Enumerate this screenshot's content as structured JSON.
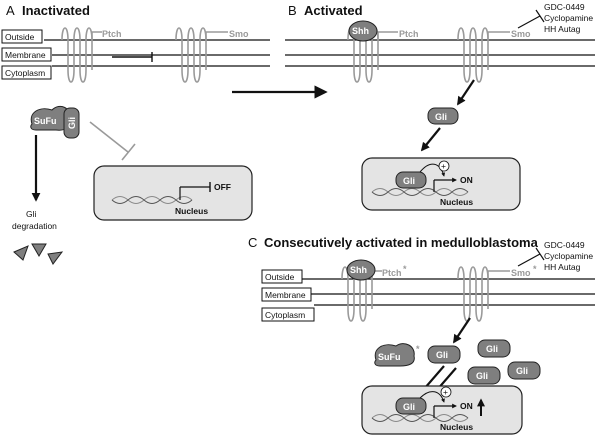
{
  "colors": {
    "protein_fill": "#7f7f7f",
    "inactive_gray": "#9a9a9a",
    "nucleus_fill": "#e4e4e4",
    "line": "#111111"
  },
  "panel_a": {
    "letter": "A",
    "title": "Inactivated",
    "layer_labels": [
      "Outside",
      "Membrane",
      "Cytoplasm"
    ],
    "ptch": "Ptch",
    "smo": "Smo",
    "sufu": "SuFu",
    "gli": "Gli",
    "degradation": [
      "Gli",
      "degradation"
    ],
    "state": "OFF",
    "nucleus": "Nucleus"
  },
  "panel_b": {
    "letter": "B",
    "title": "Activated",
    "shh": "Shh",
    "ptch": "Ptch",
    "smo": "Smo",
    "inhibitors": [
      "GDC-0449",
      "Cyclopamine",
      "HH Autag"
    ],
    "gli": "Gli",
    "plus": "+",
    "state": "ON",
    "nucleus": "Nucleus"
  },
  "panel_c": {
    "letter": "C",
    "title": "Consecutively activated in medulloblastoma",
    "layer_labels": [
      "Outside",
      "Membrane",
      "Cytoplasm"
    ],
    "shh": "Shh",
    "ptch": "Ptch",
    "smo": "Smo",
    "sufu": "SuFu",
    "mutation_mark": "*",
    "inhibitors": [
      "GDC-0449",
      "Cyclopamine",
      "HH Autag"
    ],
    "gli": "Gli",
    "plus": "+",
    "state": "ON",
    "nucleus": "Nucleus"
  }
}
